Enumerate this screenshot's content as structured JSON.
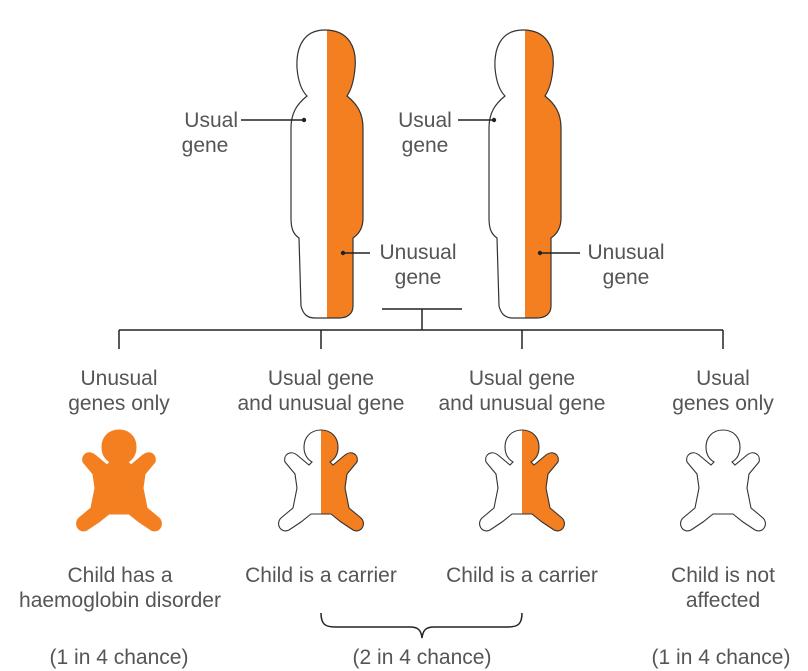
{
  "colors": {
    "orange": "#F47F20",
    "outline": "#333333",
    "text": "#555555",
    "line": "#222222"
  },
  "parents": {
    "left": {
      "usual_line1": "Usual",
      "usual_line2": "gene",
      "unusual_line1": "Unusual",
      "unusual_line2": "gene"
    },
    "right": {
      "usual_line1": "Usual",
      "usual_line2": "gene",
      "unusual_line1": "Unusual",
      "unusual_line2": "gene"
    }
  },
  "children": [
    {
      "genes_line1": "Unusual",
      "genes_line2": "genes only",
      "fill": "full",
      "outcome_line1": "Child has a",
      "outcome_line2": "haemoglobin disorder"
    },
    {
      "genes_line1": "Usual gene",
      "genes_line2": "and unusual gene",
      "fill": "half",
      "outcome_line1": "Child is a carrier",
      "outcome_line2": ""
    },
    {
      "genes_line1": "Usual gene",
      "genes_line2": "and unusual gene",
      "fill": "half",
      "outcome_line1": "Child is a carrier",
      "outcome_line2": ""
    },
    {
      "genes_line1": "Usual",
      "genes_line2": "genes only",
      "fill": "none",
      "outcome_line1": "Child is not",
      "outcome_line2": "affected"
    }
  ],
  "chances": {
    "first": "(1 in 4 chance)",
    "middle": "(2 in 4 chance)",
    "last": "(1 in 4 chance)"
  }
}
